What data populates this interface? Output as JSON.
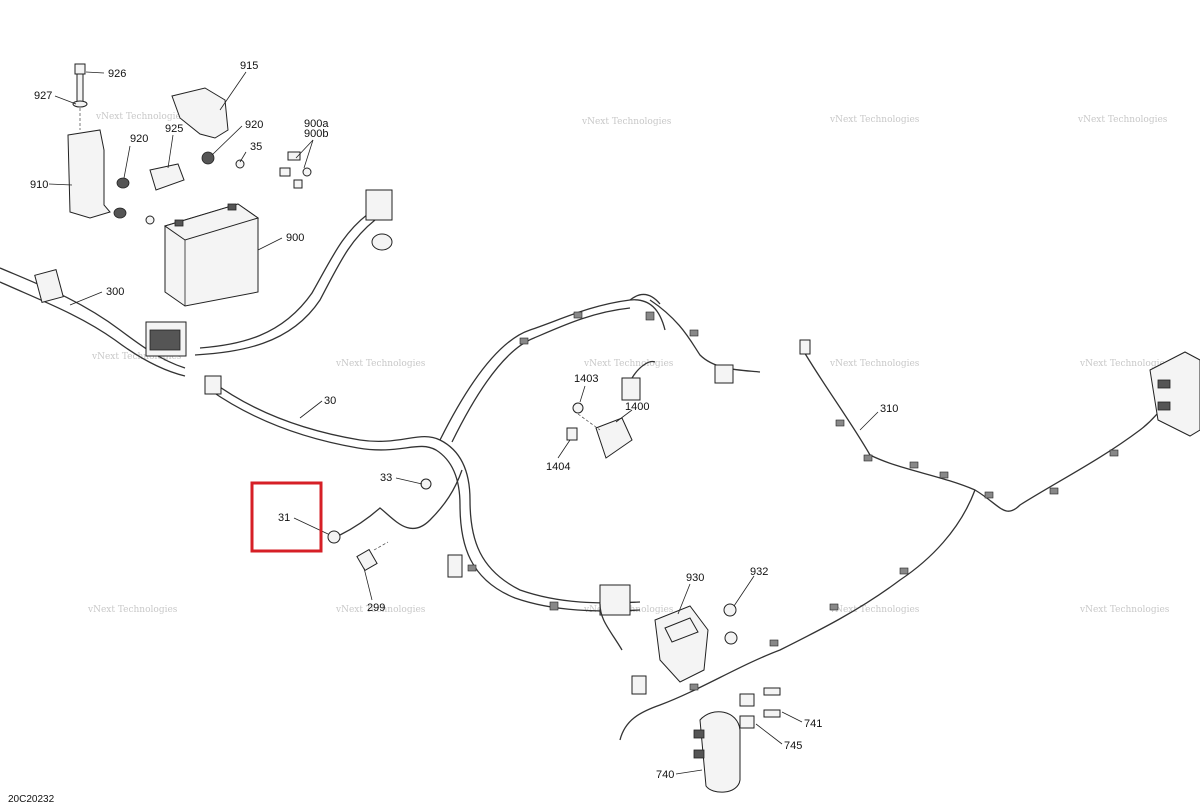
{
  "drawing_code": "20C20232",
  "watermark": {
    "line1": "vNext",
    "line2": "Technologies",
    "full": "vNext Technologies"
  },
  "labels": {
    "p926": "926",
    "p927": "927",
    "p915": "915",
    "p920a": "920",
    "p920b": "920",
    "p925": "925",
    "p35": "35",
    "p900a": "900a",
    "p900b": "900b",
    "p910": "910",
    "p900": "900",
    "p300": "300",
    "p30": "30",
    "p33": "33",
    "p31": "31",
    "p299": "299",
    "p1403": "1403",
    "p1400": "1400",
    "p1404": "1404",
    "p310": "310",
    "p930": "930",
    "p932": "932",
    "p741": "741",
    "p745": "745",
    "p740": "740"
  },
  "highlight": {
    "part": "31",
    "color": "#d61f26"
  }
}
